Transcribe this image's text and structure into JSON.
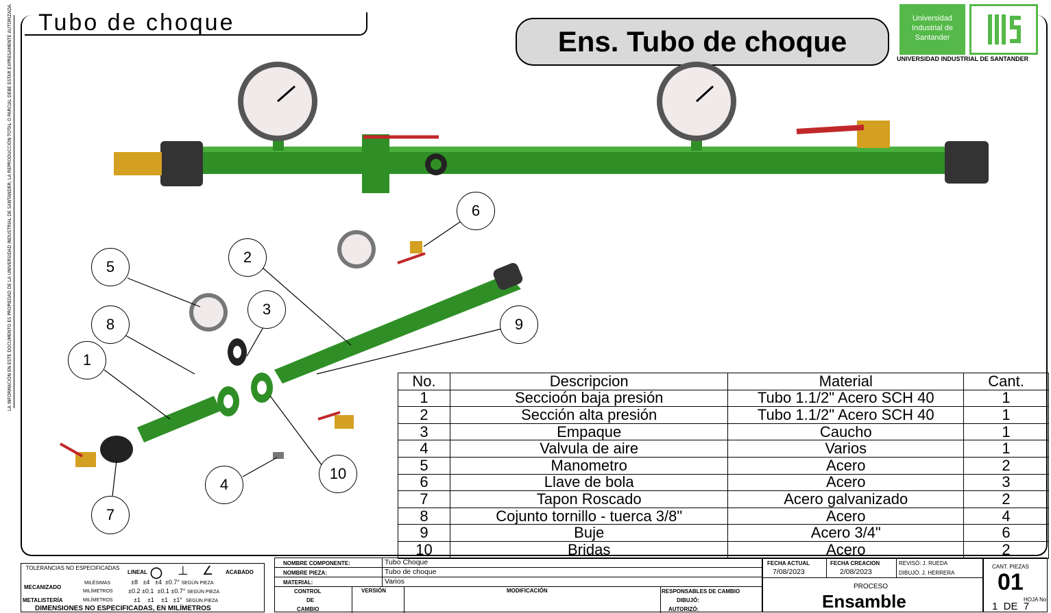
{
  "side_note": "LA INFORMACIÓN EN ESTE DOCUMENTO ES PROPIEDAD DE LA UNIVERSIDAD INDUSTRIAL DE SANTANDER; LA REPRODUCCIÓN TOTAL O PARCIAL DEBE ESTAR EXPRESAMENTE AUTORIZADA.",
  "header": {
    "part_title": "Tubo de choque",
    "assembly_title": "Ens. Tubo de choque",
    "logo_text": [
      "Universidad",
      "Industrial de",
      "Santander"
    ],
    "logo_caption": "UNIVERSIDAD INDUSTRIAL DE SANTANDER"
  },
  "callouts": [
    "1",
    "2",
    "3",
    "4",
    "5",
    "6",
    "7",
    "8",
    "9",
    "10"
  ],
  "bom": {
    "headers": [
      "No.",
      "Descripcion",
      "Material",
      "Cant."
    ],
    "rows": [
      [
        "1",
        "Seccioón baja presión",
        "Tubo 1.1/2\" Acero SCH 40",
        "1"
      ],
      [
        "2",
        "Sección alta presión",
        "Tubo 1.1/2\" Acero SCH 40",
        "1"
      ],
      [
        "3",
        "Empaque",
        "Caucho",
        "1"
      ],
      [
        "4",
        "Valvula de aire",
        "Varios",
        "1"
      ],
      [
        "5",
        "Manometro",
        "Acero",
        "2"
      ],
      [
        "6",
        "Llave de bola",
        "Acero",
        "3"
      ],
      [
        "7",
        "Tapon Roscado",
        "Acero galvanizado",
        "2"
      ],
      [
        "8",
        "Cojunto tornillo - tuerca 3/8\"",
        "Acero",
        "4"
      ],
      [
        "9",
        "Buje",
        "Acero 3/4\"",
        "6"
      ],
      [
        "10",
        "Bridas",
        "Acero",
        "2"
      ]
    ]
  },
  "tolerances": {
    "title": "TOLERANCIAS NO ESPECIFICADAS",
    "lineal": "LINEAL",
    "acabado": "ACABADO",
    "mecanizado": "MECANIZADO",
    "metalisteria": "METALISTERÍA",
    "milesimas": "MILÉSIMAS",
    "milimetros": "MILÍMETROS",
    "row1": [
      "±8",
      "±4",
      "±4",
      "±0.7°",
      "SEGÚN PIEZA"
    ],
    "row2": [
      "±0.2",
      "±0.1",
      "±0.1",
      "±0.7°",
      "SEGÚN PIEZA"
    ],
    "row3": [
      "±1",
      "±1",
      "±1",
      "±1°",
      "SEGÚN PIEZA"
    ],
    "footer": "DIMENSIONES NO ESPECIFICADAS, EN MILÍMETROS"
  },
  "info": {
    "nombre_componente_label": "NOMBRE COMPONENTE:",
    "nombre_componente": "Tubo Choque",
    "nombre_pieza_label": "NOMBRE PIEZA:",
    "nombre_pieza": "Tubo de choque",
    "material_label": "MATERIAL:",
    "material": "Varios",
    "control": [
      "CONTROL",
      "DE",
      "CAMBIO"
    ],
    "version": "VERSIÓN",
    "modificacion": "MODIFICACIÓN",
    "responsables": "RESPONSABLES DE CAMBIO",
    "dibujo": "DIBUJÓ:",
    "autorizo": "AUTORIZÓ:"
  },
  "dates": {
    "fecha_actual_label": "FECHA ACTUAL",
    "fecha_actual": "7/08/2023",
    "fecha_creacion_label": "FECHA CREACION",
    "fecha_creacion": "2/08/2023",
    "reviso": "REVISÓ: J. RUEDA",
    "dibujo": "DIBUJÓ: J. HERRERA",
    "proceso_label": "PROCESO",
    "proceso": "Ensamble",
    "cant_piezas_label": "CANT. PIEZAS",
    "cant_piezas": "01",
    "hoja_label": "HOJA No.",
    "hoja": "1  DE  7"
  },
  "colors": {
    "pipe_green": "#2f8f26",
    "logo_green": "#54b948",
    "valve_red": "#c0282a",
    "brass": "#d4a021"
  }
}
